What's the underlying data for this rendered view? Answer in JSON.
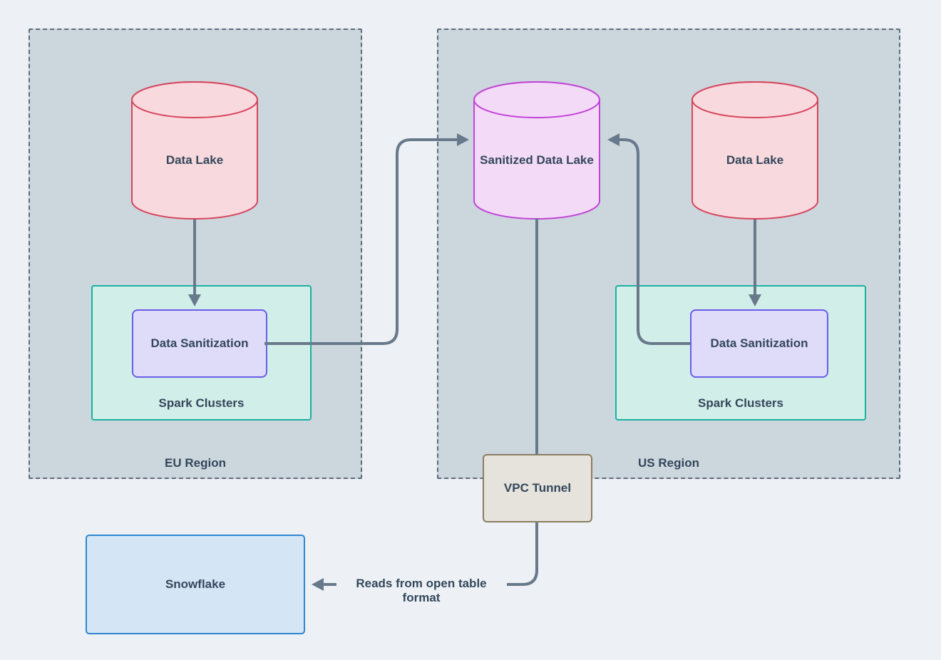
{
  "diagram": {
    "regions": {
      "eu": {
        "label": "EU Region"
      },
      "us": {
        "label": "US Region"
      }
    },
    "nodes": {
      "eu_data_lake": {
        "label": "Data Lake",
        "shape": "cylinder"
      },
      "sanitized_data_lake": {
        "label": "Sanitized Data Lake",
        "shape": "cylinder"
      },
      "us_data_lake": {
        "label": "Data Lake",
        "shape": "cylinder"
      },
      "eu_spark_clusters": {
        "label": "Spark Clusters",
        "shape": "container"
      },
      "us_spark_clusters": {
        "label": "Spark Clusters",
        "shape": "container"
      },
      "eu_data_sanitization": {
        "label": "Data Sanitization",
        "shape": "box"
      },
      "us_data_sanitization": {
        "label": "Data Sanitization",
        "shape": "box"
      },
      "vpc_tunnel": {
        "label": "VPC Tunnel",
        "shape": "box"
      },
      "snowflake": {
        "label": "Snowflake",
        "shape": "box"
      }
    },
    "edges": [
      {
        "from": "eu_data_lake",
        "to": "eu_data_sanitization",
        "label": ""
      },
      {
        "from": "us_data_lake",
        "to": "us_data_sanitization",
        "label": ""
      },
      {
        "from": "eu_data_sanitization",
        "to": "sanitized_data_lake",
        "label": ""
      },
      {
        "from": "us_data_sanitization",
        "to": "sanitized_data_lake",
        "label": ""
      },
      {
        "from": "sanitized_data_lake",
        "to": "snowflake",
        "via": "vpc_tunnel",
        "label": "Reads from open table format"
      }
    ],
    "edge_labels": {
      "snowflake_read": "Reads from open table format"
    },
    "colors": {
      "background": "#edf1f5",
      "region_fill": "#ccd6dd",
      "region_border": "#5d6b7b",
      "connector": "#68798b",
      "text": "#33475b",
      "data_lake_fill": "#f8d9dd",
      "data_lake_border": "#d6455d",
      "sanitized_fill": "#f3daf7",
      "sanitized_border": "#c243d8",
      "spark_fill": "#d2eee9",
      "spark_border": "#1cb0a0",
      "sanitization_fill": "#dfdcf9",
      "sanitization_border": "#6a5de8",
      "vpc_fill": "#e5e3dc",
      "vpc_border": "#8a7d62",
      "snowflake_fill": "#d4e5f5",
      "snowflake_border": "#2e86d1"
    }
  }
}
